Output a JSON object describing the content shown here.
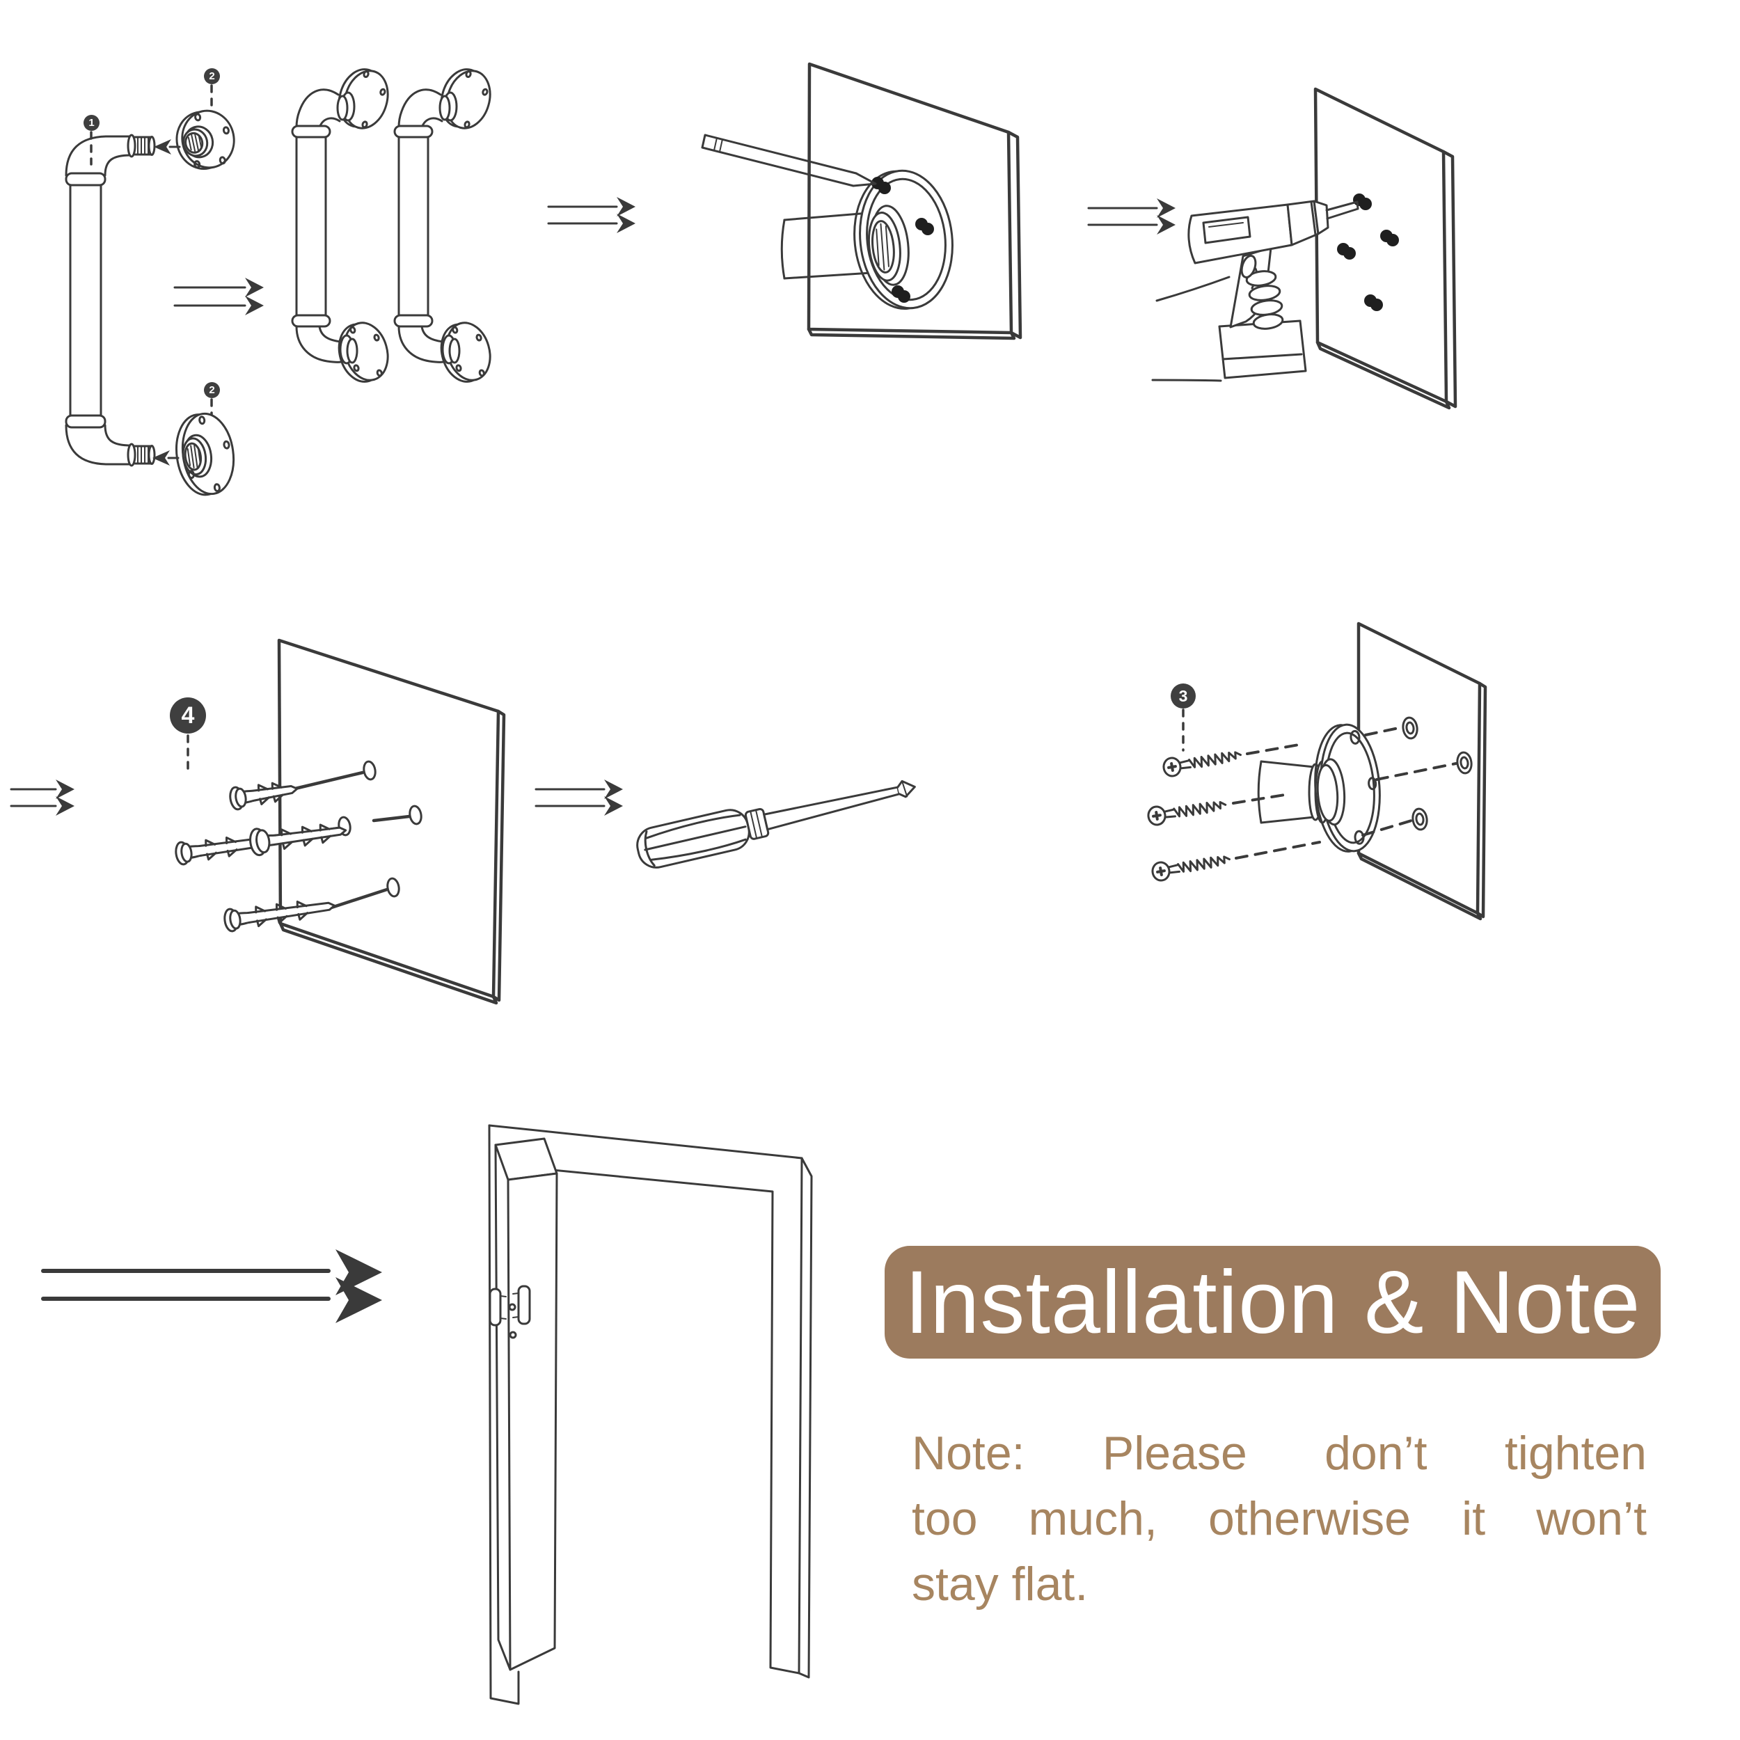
{
  "colors": {
    "background": "#ffffff",
    "line_art": "#3a3a3a",
    "pencil_marks": "#1f1f1f",
    "badge_background": "#3f3f3f",
    "badge_text": "#ffffff",
    "banner_background": "#9c7b5e",
    "banner_text": "#ffffff",
    "note_text": "#a78560"
  },
  "banner": {
    "title": "Installation & Note"
  },
  "note": {
    "line1": "Note: Please don’t tighten",
    "line2": "too much, otherwise it won’t",
    "line3": "stay flat."
  },
  "badges": {
    "step1": "1",
    "step2_top": "2",
    "step2_bottom": "2",
    "step3": "3",
    "step4": "4"
  }
}
